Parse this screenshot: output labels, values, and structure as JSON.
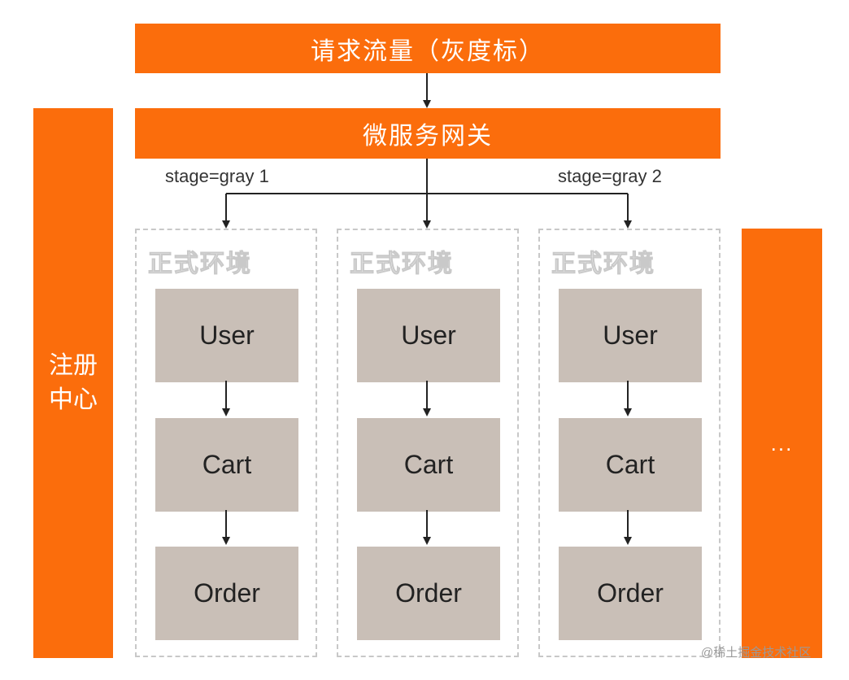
{
  "top_bar": {
    "label": "请求流量（灰度标）"
  },
  "gateway": {
    "label": "微服务网关"
  },
  "registry": {
    "label": "注册中心"
  },
  "routes": {
    "left_label": "stage=gray 1",
    "right_label": "stage=gray 2"
  },
  "environments": [
    {
      "title": "正式环境",
      "services": [
        "User",
        "Cart",
        "Order"
      ]
    },
    {
      "title": "正式环境",
      "services": [
        "User",
        "Cart",
        "Order"
      ]
    },
    {
      "title": "正式环境",
      "services": [
        "User",
        "Cart",
        "Order"
      ]
    }
  ],
  "more": {
    "label": "..."
  },
  "watermark": "@稀土掘金技术社区",
  "colors": {
    "accent": "#fb6d0c",
    "service_box": "#c9bfb7",
    "dashed_border": "#c8c8c8"
  }
}
